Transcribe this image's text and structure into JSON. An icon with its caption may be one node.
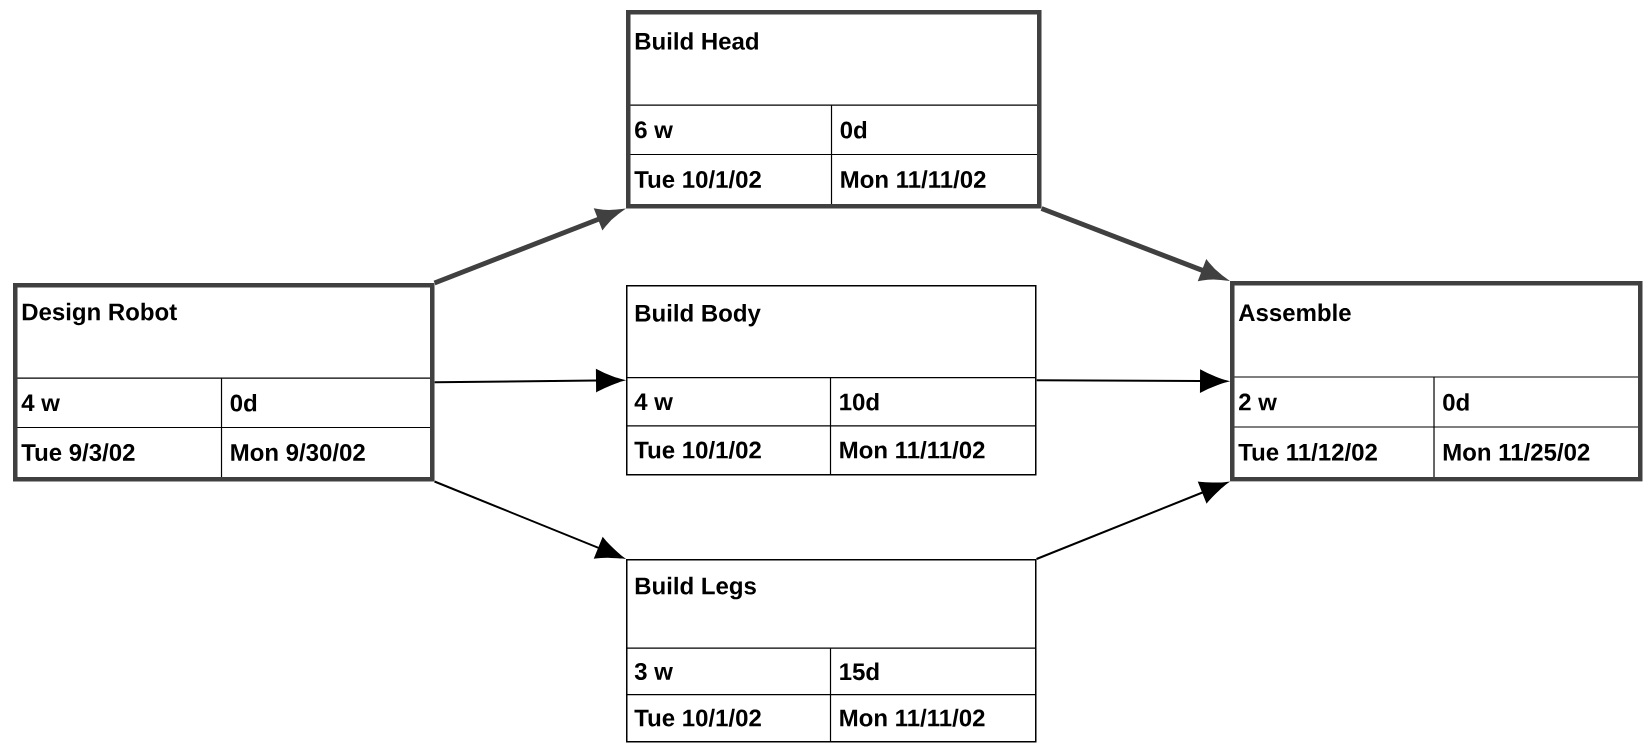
{
  "diagram": {
    "nodes": [
      {
        "text": [
          "Design Robot",
          "4 w",
          "0d",
          "Tue 9/3/02",
          "Mon 9/30/02"
        ]
      },
      {
        "text": [
          "Build Head",
          "6 w",
          "0d",
          "Tue 10/1/02",
          "Mon 11/11/02"
        ]
      },
      {
        "text": [
          "Build Body",
          "4 w",
          "10d",
          "Tue 10/1/02",
          "Mon 11/11/02"
        ]
      },
      {
        "text": [
          "Build Legs",
          "3 w",
          "15d",
          "Tue 10/1/02",
          "Mon 11/11/02"
        ]
      },
      {
        "text": [
          "Assemble",
          "2 w",
          "0d",
          "Tue 11/12/02",
          "Mon 11/25/02"
        ]
      }
    ],
    "edges": [
      {
        "from": 0,
        "to": 1,
        "arrow": "to",
        "style": "thick",
        "color": "#404040"
      },
      {
        "from": 0,
        "to": 2,
        "arrow": "to"
      },
      {
        "from": 0,
        "to": 3,
        "arrow": "to"
      },
      {
        "from": 1,
        "to": 4,
        "arrow": "to",
        "style": "thick",
        "color": "#404040"
      },
      {
        "from": 2,
        "to": 4,
        "arrow": "to"
      },
      {
        "from": 3,
        "to": 4,
        "arrow": "to"
      }
    ]
  }
}
